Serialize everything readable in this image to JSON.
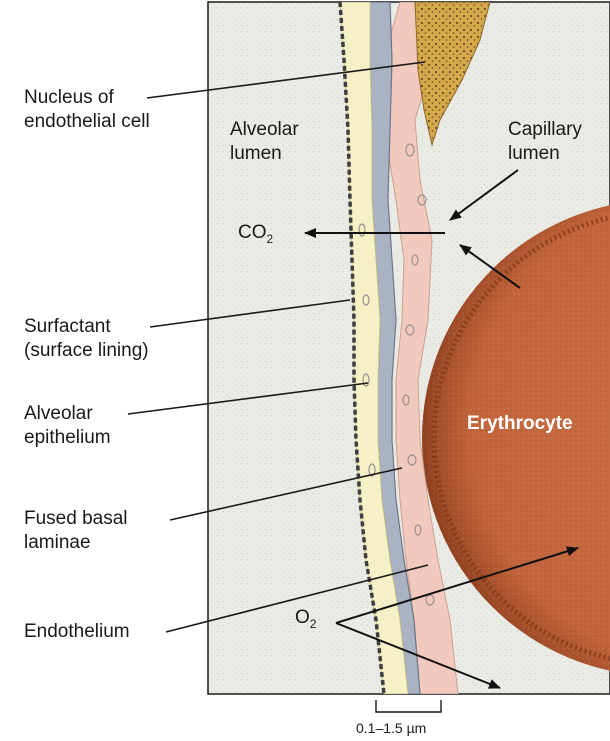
{
  "labels": {
    "nucleus": [
      "Nucleus of",
      "endothelial cell"
    ],
    "alveolar_lumen": [
      "Alveolar",
      "lumen"
    ],
    "capillary_lumen": [
      "Capillary",
      "lumen"
    ],
    "co2": {
      "main": "CO",
      "sub": "2"
    },
    "surfactant": [
      "Surfactant",
      "(surface lining)"
    ],
    "alveolar_epithelium": [
      "Alveolar",
      "epithelium"
    ],
    "basal_laminae": [
      "Fused basal",
      "laminae"
    ],
    "endothelium": "Endothelium",
    "o2": {
      "main": "O",
      "sub": "2"
    },
    "erythrocyte": "Erythrocyte",
    "scale": "0.1–1.5 µm"
  },
  "colors": {
    "background_panel": "#ebebe6",
    "nucleus": "#d2a64a",
    "endothelium": "#f2c9bd",
    "basal_laminae": "#a9b3c4",
    "alveolar_epithelium": "#f5f0c6",
    "surfactant": "#4a4a4a",
    "erythrocyte": "#c4683f",
    "erythrocyte_rim": "#8a3b1c"
  }
}
